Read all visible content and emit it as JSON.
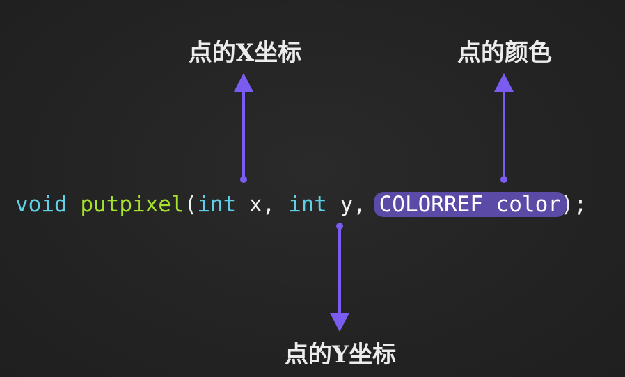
{
  "labels": {
    "x_coord": "点的X坐标",
    "color": "点的颜色",
    "y_coord": "点的Y坐标"
  },
  "code": {
    "return_type": "void",
    "func_name": "putpixel",
    "open_paren": "(",
    "param1_type": "int",
    "param1_name": " x, ",
    "param2_type": "int",
    "param2_name": " y, ",
    "param3_type": "COLORREF",
    "param3_name": " color",
    "close": ");"
  },
  "colors": {
    "background": "#242424",
    "keyword": "#5fd0e8",
    "function": "#a6e22e",
    "text": "#f2f2f2",
    "highlight": "#5b4ba6",
    "arrow": "#7b5cf0"
  }
}
